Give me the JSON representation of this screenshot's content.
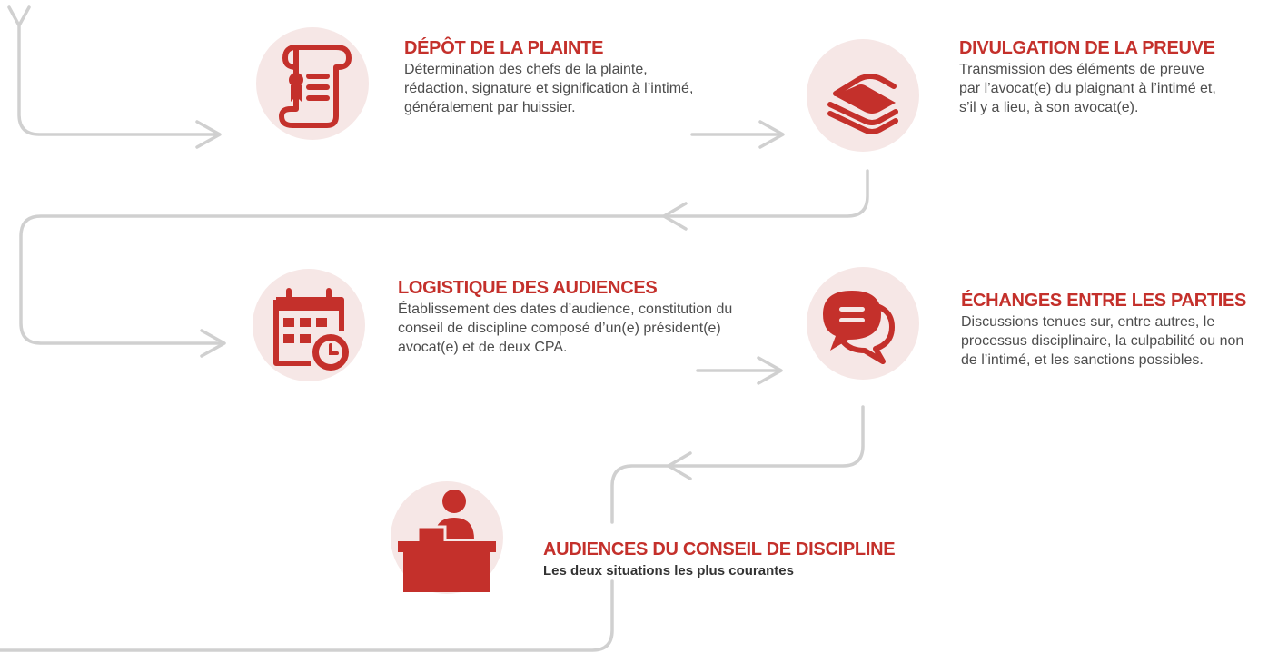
{
  "colors": {
    "accent": "#c4302b",
    "circle": "#f6e7e6",
    "connector": "#cfcfcf",
    "text": "#4d4d4d"
  },
  "steps": [
    {
      "title": "DÉPÔT DE LA PLAINTE",
      "description": "Détermination des chefs de la plainte, rédaction, signature et signification à l’intimé, généralement par huissier.",
      "icon": "scroll-document-icon"
    },
    {
      "title": "DIVULGATION DE LA PREUVE",
      "description": "Transmission des éléments de preuve par l’avocat(e) du plaignant à l’intimé et, s’il y a lieu, à son avocat(e).",
      "icon": "document-stack-icon"
    },
    {
      "title": "LOGISTIQUE DES AUDIENCES",
      "description": "Établissement des dates d’audience, constitution du conseil de discipline composé d’un(e) président(e) avocat(e) et de deux CPA.",
      "icon": "calendar-clock-icon"
    },
    {
      "title": "ÉCHANGES ENTRE LES PARTIES",
      "description": "Discussions tenues sur, entre autres, le processus disciplinaire, la culpabilité ou non de l’intimé, et les sanctions possibles.",
      "icon": "speech-bubbles-icon"
    },
    {
      "title": "AUDIENCES DU CONSEIL DE DISCIPLINE",
      "description": "Les deux situations les plus courantes",
      "icon": "person-at-desk-icon"
    }
  ]
}
